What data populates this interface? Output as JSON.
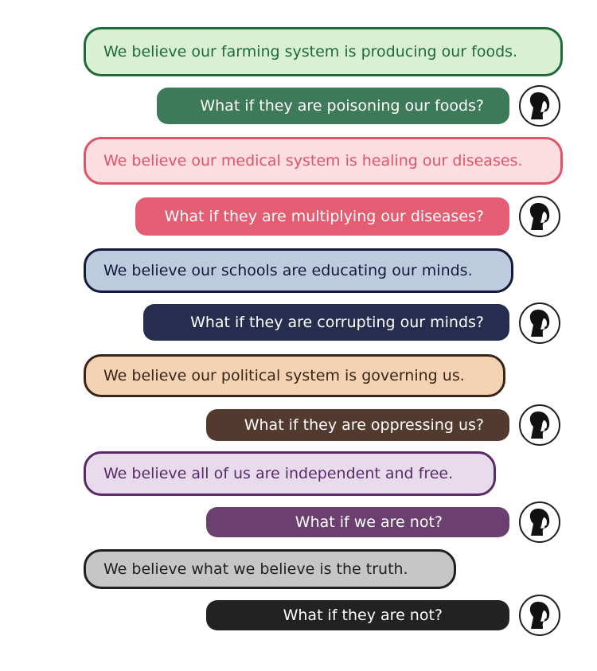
{
  "icon": "person-silhouette-icon",
  "pairs": [
    {
      "belief": "We believe our farming system is producing our foods.",
      "question": "What if they are poisoning our foods?",
      "belief_bg": "#d9f0d3",
      "belief_border": "#1e6b3a",
      "belief_text": "#1e6b3a",
      "question_bg": "#3c7a59"
    },
    {
      "belief": "We believe our medical system is healing our diseases.",
      "question": "What if they are multiplying our diseases?",
      "belief_bg": "#fbdde2",
      "belief_border": "#e05468",
      "belief_text": "#e05468",
      "question_bg": "#e35d73"
    },
    {
      "belief": "We believe our schools are educating our minds.",
      "question": "What if they are corrupting our minds?",
      "belief_bg": "#bccbde",
      "belief_border": "#14183a",
      "belief_text": "#14183a",
      "question_bg": "#272d4f"
    },
    {
      "belief": "We believe our political system is governing us.",
      "question": "What if they are oppressing us?",
      "belief_bg": "#f3d3b3",
      "belief_border": "#3a2416",
      "belief_text": "#3a2416",
      "question_bg": "#533a2f"
    },
    {
      "belief": "We believe all of us are independent and free.",
      "question": "What if we are not?",
      "belief_bg": "#e8dcec",
      "belief_border": "#5a2a68",
      "belief_text": "#5a2a68",
      "question_bg": "#6b3f6f"
    },
    {
      "belief": "We believe what we believe is the truth.",
      "question": "What if they are not?",
      "belief_bg": "#c6c6c6",
      "belief_border": "#1f1f1f",
      "belief_text": "#1f1f1f",
      "question_bg": "#222222"
    }
  ]
}
